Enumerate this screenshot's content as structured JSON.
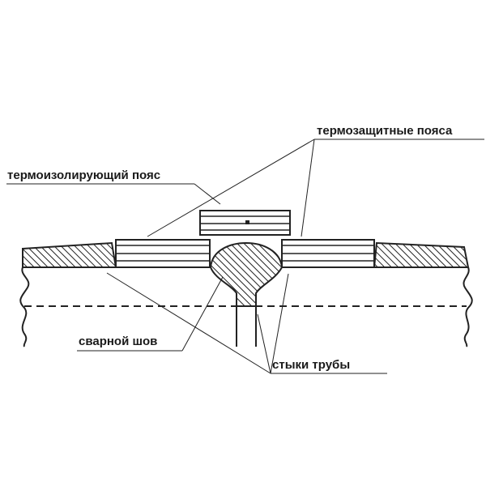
{
  "labels": {
    "thermo_protective_belts": "термозащитные пояса",
    "thermo_insulating_belt": "термоизолирующий пояс",
    "weld_seam": "сварной шов",
    "pipe_joints": "стыки трубы"
  },
  "colors": {
    "line": "#222222",
    "background": "#ffffff"
  }
}
